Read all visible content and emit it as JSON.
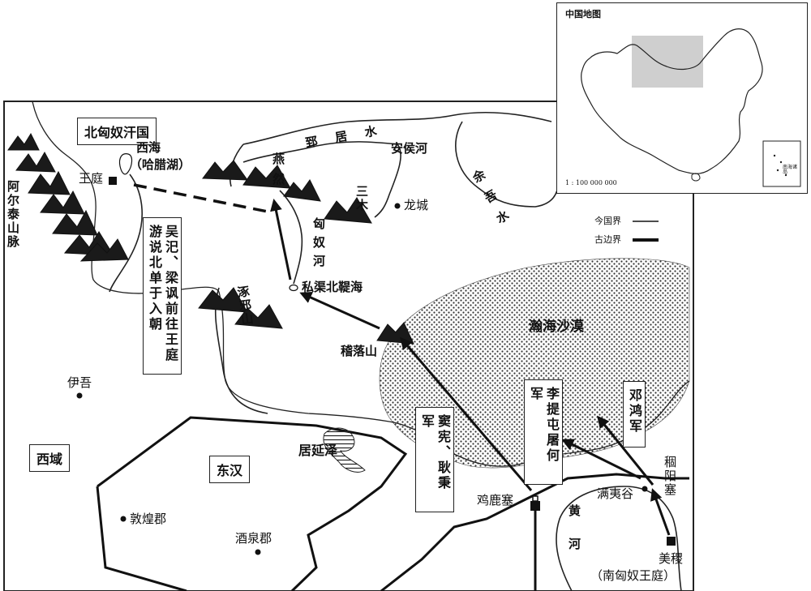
{
  "regions": {
    "north_xiongnu": "北匈奴汗国",
    "eastern_han": "东汉",
    "western_regions": "西域",
    "hanhai_desert": "瀚海沙漠"
  },
  "places": {
    "wangting": "王庭",
    "xihai": "西海",
    "xihai_note": "（哈腊湖）",
    "longcheng": "龙城",
    "siqu_beidihai": "私渠北鞮海",
    "jiluoshan": "稽落山",
    "yiwu": "伊吾",
    "juyanze": "居延泽",
    "dunhuang": "敦煌郡",
    "jiuquan": "酒泉郡",
    "jilusai": "鸡鹿塞",
    "manyigu": "满夷谷",
    "guyangsai": "稒阳塞",
    "meiji": "美稷",
    "south_xiongnu_court": "（南匈奴王庭）"
  },
  "rivers": {
    "zhiju": "郅居水",
    "anhou": "安侯河",
    "xiongnu_he": "匈奴河",
    "yuwu": "余吾水",
    "huanghe": "黄河"
  },
  "mountains": {
    "altai": "阿尔泰山脉",
    "yanran": "燕然",
    "sanmu": "三木",
    "zhuoye": "涿邪山"
  },
  "annotations": {
    "envoys": "吴汜、梁讽前往王庭游说北单于入朝",
    "dou_geng": "窦宪、耿秉军",
    "li_tuntu": "李提屯屠何军",
    "deng_hong": "邓鸿军"
  },
  "legend": {
    "modern_border": "今国界",
    "ancient_border": "古边界"
  },
  "inset": {
    "title": "中国地图",
    "scale": "1 : 100 000 000",
    "islands_label": "南海诸岛"
  },
  "colors": {
    "ink": "#111111",
    "desert_dots": "#333333",
    "inset_highlight": "#cfcfcf",
    "background": "#ffffff"
  }
}
